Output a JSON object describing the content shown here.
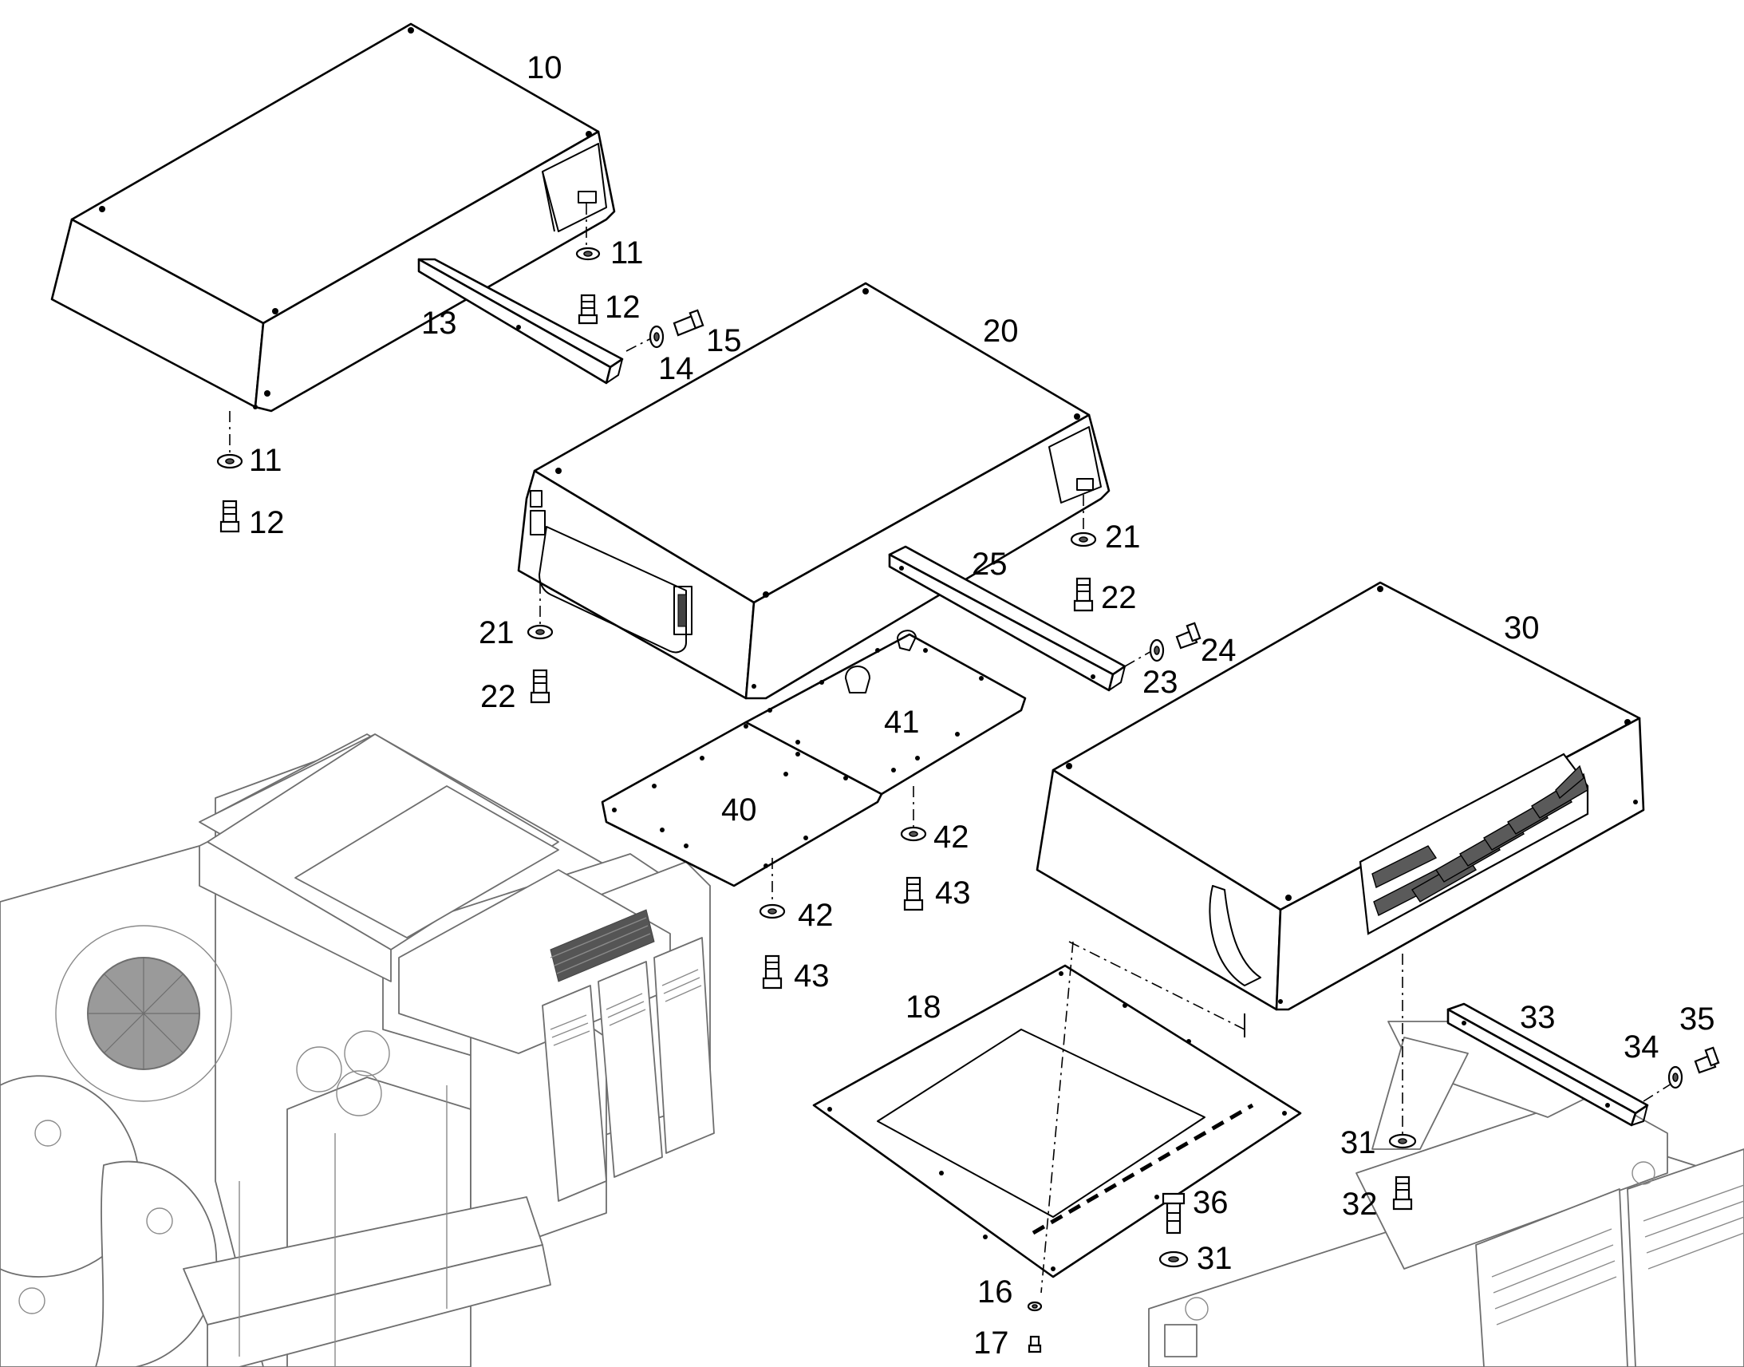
{
  "callouts": {
    "n10": "10",
    "n11a": "11",
    "n12a": "12",
    "n13": "13",
    "n14": "14",
    "n15": "15",
    "n11b": "11",
    "n12b": "12",
    "n20": "20",
    "n21a": "21",
    "n22a": "22",
    "n25": "25",
    "n21b": "21",
    "n22b": "22",
    "n23": "23",
    "n24": "24",
    "n30": "30",
    "n40": "40",
    "n41": "41",
    "n42a": "42",
    "n43a": "43",
    "n42b": "42",
    "n43b": "43",
    "n18": "18",
    "n16": "16",
    "n17": "17",
    "n36": "36",
    "n31a": "31",
    "n33": "33",
    "n34": "34",
    "n35": "35",
    "n31b": "31",
    "n32": "32"
  },
  "colors": {
    "line": "#000000",
    "background_machine": "#6e6e6e",
    "paper": "#ffffff"
  }
}
